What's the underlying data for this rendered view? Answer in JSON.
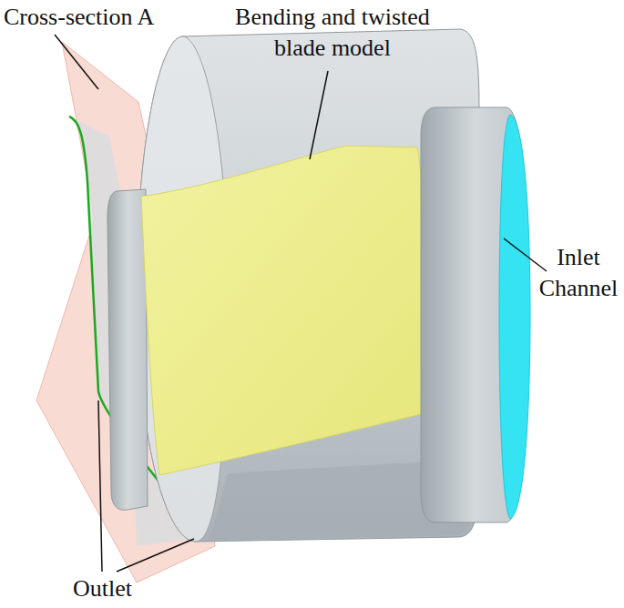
{
  "diagram": {
    "labels": [
      "Cross-section A",
      "Bending and twisted blade model",
      "Inlet Channel",
      "Outlet"
    ]
  }
}
